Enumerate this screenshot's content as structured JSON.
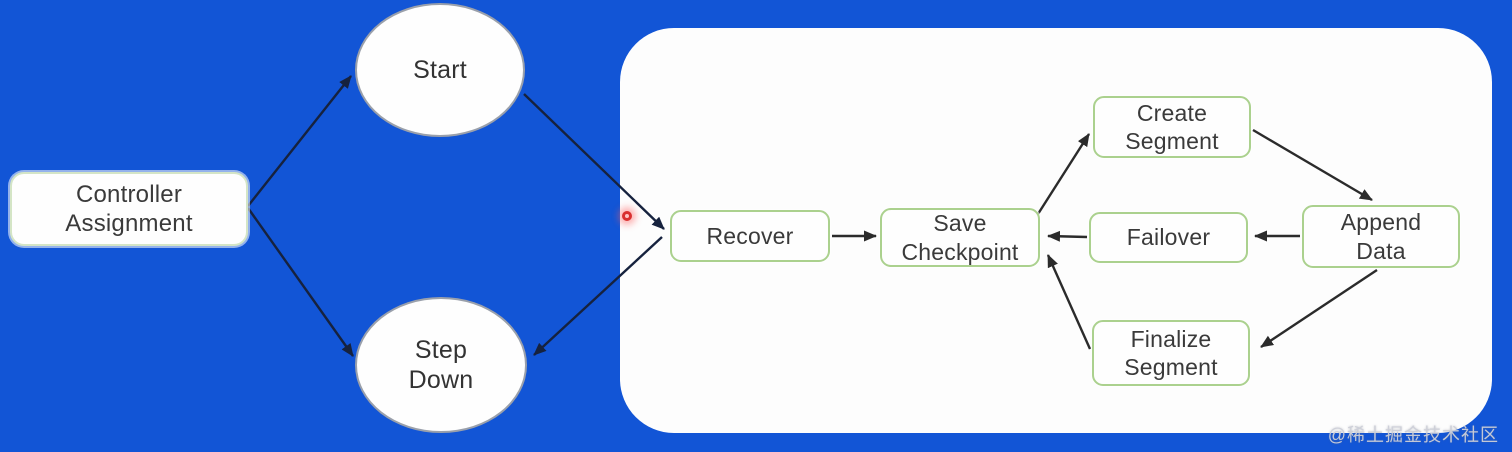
{
  "diagram": {
    "type": "flowchart",
    "description": "Controller lifecycle state diagram on blue slide background",
    "nodes": {
      "controller_assignment": {
        "label": "Controller Assignment",
        "lines": [
          "Controller",
          "Assignment"
        ],
        "shape": "rounded-rect"
      },
      "start": {
        "label": "Start",
        "lines": [
          "Start"
        ],
        "shape": "ellipse"
      },
      "step_down": {
        "label": "Step Down",
        "lines": [
          "Step",
          "Down"
        ],
        "shape": "ellipse"
      },
      "recover": {
        "label": "Recover",
        "lines": [
          "Recover"
        ],
        "shape": "rounded-rect"
      },
      "save_checkpoint": {
        "label": "Save Checkpoint",
        "lines": [
          "Save",
          "Checkpoint"
        ],
        "shape": "rounded-rect"
      },
      "create_segment": {
        "label": "Create Segment",
        "lines": [
          "Create",
          "Segment"
        ],
        "shape": "rounded-rect"
      },
      "failover": {
        "label": "Failover",
        "lines": [
          "Failover"
        ],
        "shape": "rounded-rect"
      },
      "append_data": {
        "label": "Append Data",
        "lines": [
          "Append",
          "Data"
        ],
        "shape": "rounded-rect"
      },
      "finalize_segment": {
        "label": "Finalize Segment",
        "lines": [
          "Finalize",
          "Segment"
        ],
        "shape": "rounded-rect"
      }
    },
    "edges": [
      {
        "from": "controller_assignment",
        "to": "start"
      },
      {
        "from": "controller_assignment",
        "to": "step_down"
      },
      {
        "from": "start",
        "to": "recover"
      },
      {
        "from": "recover",
        "to": "step_down"
      },
      {
        "from": "recover",
        "to": "save_checkpoint"
      },
      {
        "from": "save_checkpoint",
        "to": "create_segment"
      },
      {
        "from": "create_segment",
        "to": "append_data"
      },
      {
        "from": "append_data",
        "to": "failover"
      },
      {
        "from": "failover",
        "to": "save_checkpoint"
      },
      {
        "from": "append_data",
        "to": "finalize_segment"
      },
      {
        "from": "finalize_segment",
        "to": "save_checkpoint"
      }
    ],
    "colors": {
      "background_blue": "#1255d6",
      "panel_white": "#fdfdfd",
      "node_border_green": "#abd18e",
      "node_fill": "#fefefe",
      "text": "#3a3a3a",
      "arrow_outside": "#16223e",
      "arrow_inside": "#2b2b2b",
      "laser_red": "#d93030"
    }
  },
  "watermark": {
    "text": "@稀土掘金技术社区"
  },
  "pointer": {
    "type": "laser-dot"
  }
}
